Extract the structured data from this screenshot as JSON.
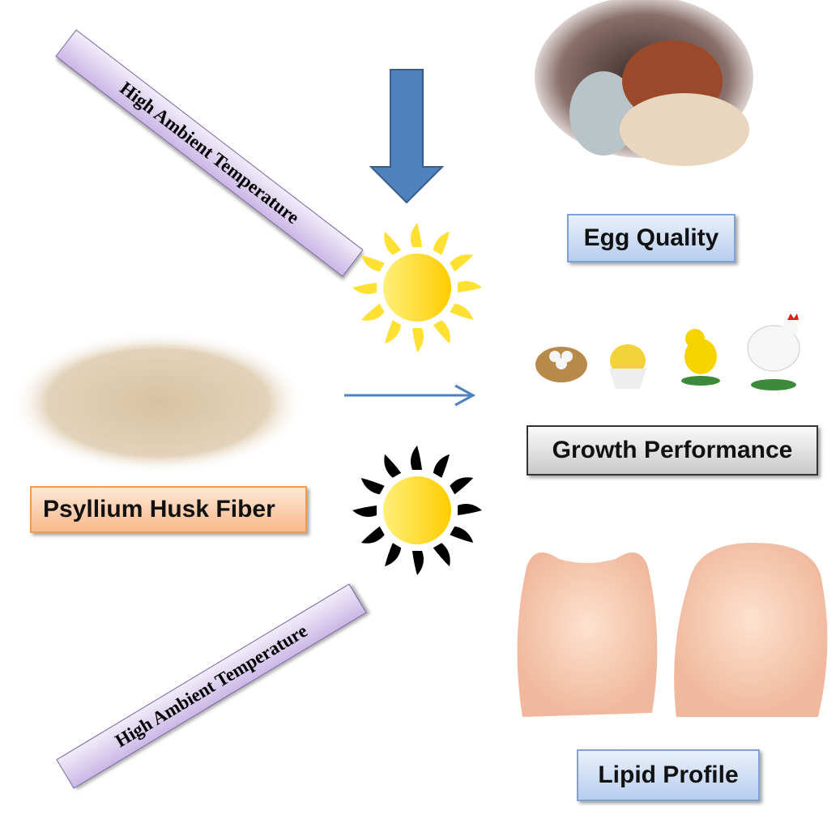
{
  "banners": {
    "top": "High Ambient Temperature",
    "bottom": "High Ambient Temperature"
  },
  "labels": {
    "egg_quality": "Egg Quality",
    "growth_performance": "Growth Performance",
    "psyllium": "Psyllium Husk Fiber",
    "lipid_profile": "Lipid Profile"
  },
  "colors": {
    "arrow": "#4f81bd",
    "sun": "#ffd21a",
    "banner": "#cbb8e6"
  }
}
